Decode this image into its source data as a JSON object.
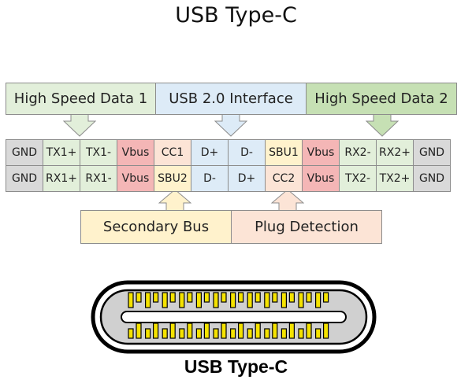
{
  "title": "USB Type-C",
  "caption": "USB Type-C",
  "groups_top": [
    {
      "label": "High Speed Data 1",
      "color": "#e2efda"
    },
    {
      "label": "USB 2.0 Interface",
      "color": "#ddebf7"
    },
    {
      "label": "High Speed Data 2",
      "color": "#c6e0b4"
    }
  ],
  "groups_bottom": [
    {
      "label": "Secondary Bus",
      "color": "#fff2cc"
    },
    {
      "label": "Plug Detection",
      "color": "#fce4d6"
    }
  ],
  "pins": {
    "row_a": [
      "GND",
      "TX1+",
      "TX1-",
      "Vbus",
      "CC1",
      "D+",
      "D-",
      "SBU1",
      "Vbus",
      "RX2-",
      "RX2+",
      "GND"
    ],
    "row_b": [
      "GND",
      "RX1+",
      "RX1-",
      "Vbus",
      "SBU2",
      "D-",
      "D+",
      "CC2",
      "Vbus",
      "TX2-",
      "TX2+",
      "GND"
    ]
  },
  "colors": {
    "gnd": "#d9d9d9",
    "high_speed": "#e2efda",
    "power": "#f4b6b6",
    "usb2": "#ddebf7",
    "sbu": "#fff2cc",
    "cc": "#fce4d6",
    "pin_gold": "#f5e300"
  },
  "connector_pins_per_row": 12
}
